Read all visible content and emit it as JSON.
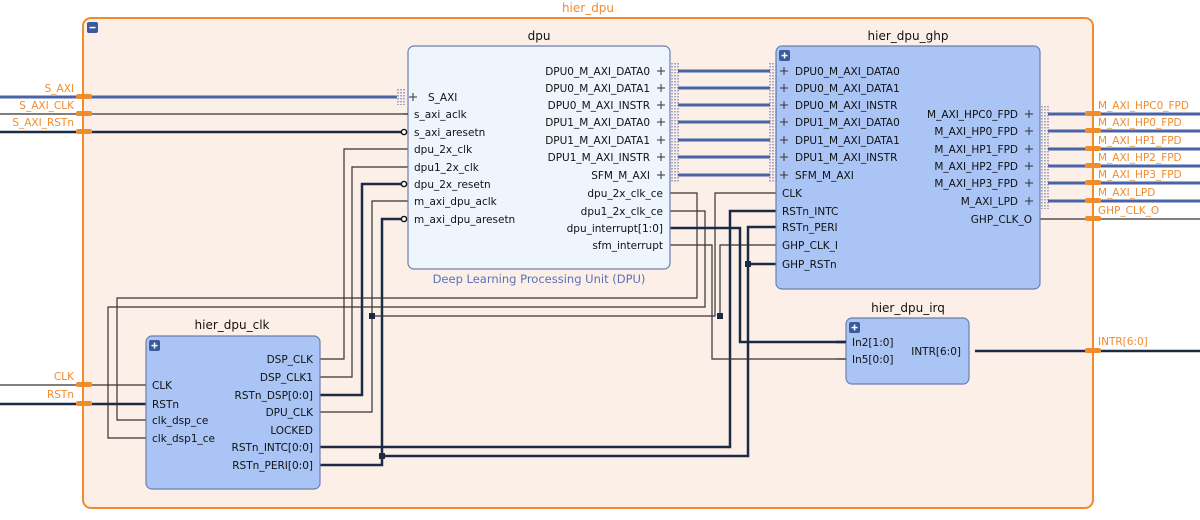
{
  "hier": {
    "name": "hier_dpu",
    "ports_left": [
      "S_AXI",
      "S_AXI_CLK",
      "S_AXI_RSTn",
      "CLK",
      "RSTn"
    ],
    "ports_right": [
      "M_AXI_HPC0_FPD",
      "M_AXI_HP0_FPD",
      "M_AXI_HP1_FPD",
      "M_AXI_HP2_FPD",
      "M_AXI_HP3_FPD",
      "M_AXI_LPD",
      "GHP_CLK_O",
      "INTR[6:0]"
    ]
  },
  "blocks": {
    "dpu": {
      "name": "dpu",
      "caption": "Deep Learning Processing Unit (DPU)",
      "inputs": [
        "S_AXI",
        "s_axi_aclk",
        "s_axi_aresetn",
        "dpu_2x_clk",
        "dpu1_2x_clk",
        "dpu_2x_resetn",
        "m_axi_dpu_aclk",
        "m_axi_dpu_aresetn"
      ],
      "outputs": [
        "DPU0_M_AXI_DATA0",
        "DPU0_M_AXI_DATA1",
        "DPU0_M_AXI_INSTR",
        "DPU1_M_AXI_DATA0",
        "DPU1_M_AXI_DATA1",
        "DPU1_M_AXI_INSTR",
        "SFM_M_AXI",
        "dpu_2x_clk_ce",
        "dpu1_2x_clk_ce",
        "dpu_interrupt[1:0]",
        "sfm_interrupt"
      ]
    },
    "ghp": {
      "name": "hier_dpu_ghp",
      "inputs": [
        "DPU0_M_AXI_DATA0",
        "DPU0_M_AXI_DATA1",
        "DPU0_M_AXI_INSTR",
        "DPU1_M_AXI_DATA0",
        "DPU1_M_AXI_DATA1",
        "DPU1_M_AXI_INSTR",
        "SFM_M_AXI",
        "CLK",
        "RSTn_INTC",
        "RSTn_PERI",
        "GHP_CLK_I",
        "GHP_RSTn"
      ],
      "outputs": [
        "M_AXI_HPC0_FPD",
        "M_AXI_HP0_FPD",
        "M_AXI_HP1_FPD",
        "M_AXI_HP2_FPD",
        "M_AXI_HP3_FPD",
        "M_AXI_LPD",
        "GHP_CLK_O"
      ]
    },
    "clk": {
      "name": "hier_dpu_clk",
      "inputs": [
        "CLK",
        "RSTn",
        "clk_dsp_ce",
        "clk_dsp1_ce"
      ],
      "outputs": [
        "DSP_CLK",
        "DSP_CLK1",
        "RSTn_DSP[0:0]",
        "DPU_CLK",
        "LOCKED",
        "RSTn_INTC[0:0]",
        "RSTn_PERI[0:0]"
      ]
    },
    "irq": {
      "name": "hier_dpu_irq",
      "inputs": [
        "In2[1:0]",
        "In5[0:0]"
      ],
      "outputs": [
        "INTR[6:0]"
      ]
    }
  },
  "icons": {
    "collapse": "minus-icon",
    "expand": "plus-icon",
    "bus": "bus-port-icon"
  },
  "colors": {
    "hier_border": "#f08c2c",
    "hier_fill": "#fcefe8",
    "block_fill": "#a9c4f5",
    "dpu_fill": "#eef5fd",
    "block_border": "#6b7fae",
    "bus_wire": "#4a62a6",
    "wire": "#333333",
    "port_text": "#f08c2c"
  }
}
